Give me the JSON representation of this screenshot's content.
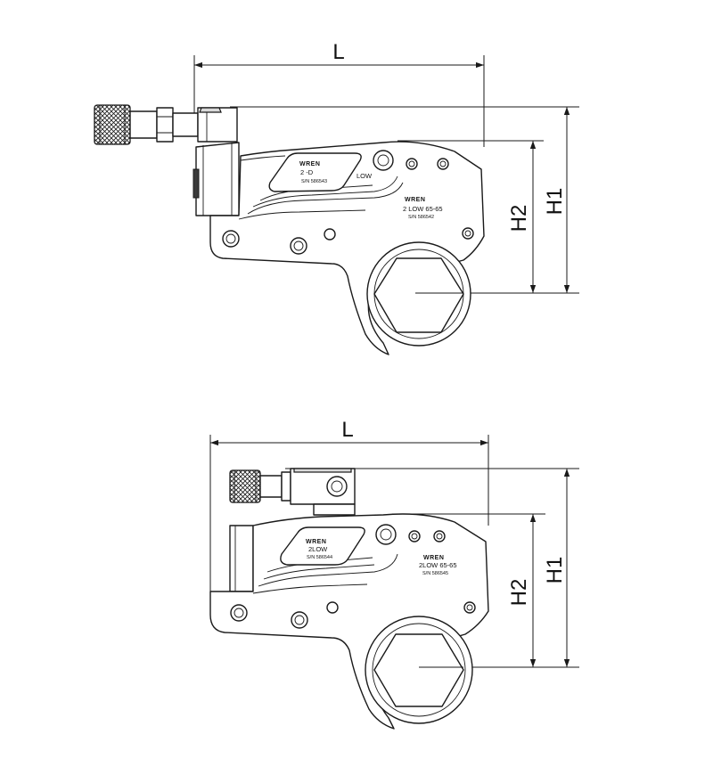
{
  "views": [
    {
      "id": "top",
      "dims": {
        "length": "L",
        "height_1": "H1",
        "height_2": "H2"
      },
      "cylinder_plate": {
        "brand": "WREN",
        "model": "2  -D",
        "suffix": "LOW",
        "serial": "S/N  586543"
      },
      "link_plate": {
        "brand": "WREN",
        "model": "2  LOW  65-65",
        "serial": "S/N  586542"
      }
    },
    {
      "id": "bottom",
      "dims": {
        "length": "L",
        "height_1": "H1",
        "height_2": "H2"
      },
      "cylinder_plate": {
        "brand": "WREN",
        "model": "2LOW",
        "serial": "S/N  586544"
      },
      "link_plate": {
        "brand": "WREN",
        "model": "2LOW 65-65",
        "serial": "S/N  586545"
      }
    }
  ]
}
